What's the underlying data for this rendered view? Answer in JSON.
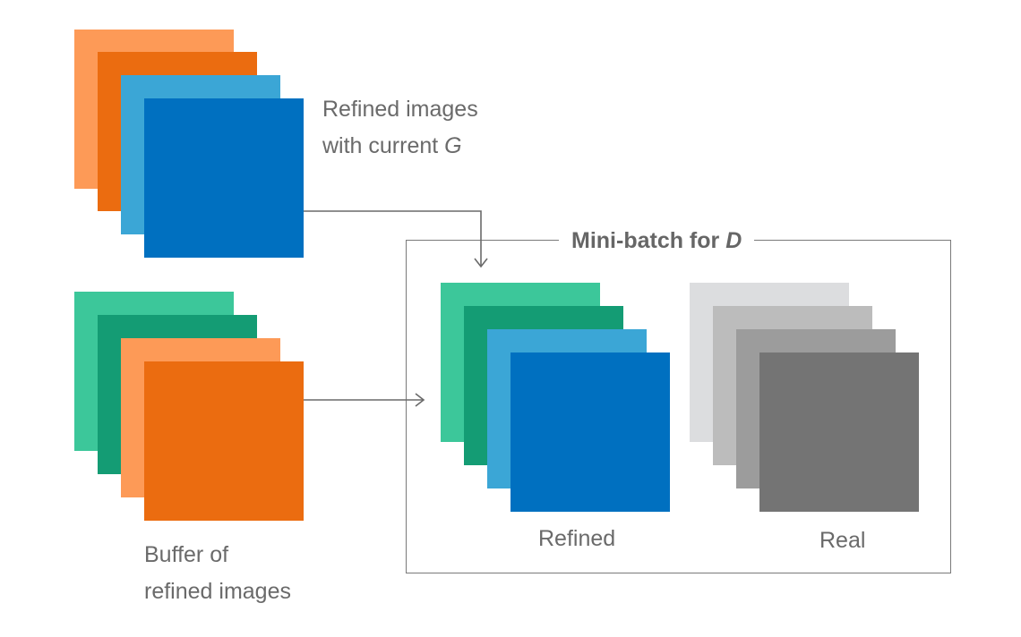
{
  "stacks": {
    "refined_current": [
      "#fd9a57",
      "#eb6c10",
      "#3ba6d6",
      "#0070c0"
    ],
    "buffer": [
      "#3cc79a",
      "#149c74",
      "#fd9a57",
      "#eb6c10"
    ],
    "minibatch_refined": [
      "#3cc79a",
      "#149c74",
      "#3ba6d6",
      "#0070c0"
    ],
    "minibatch_real": [
      "#dcdddf",
      "#bcbcbc",
      "#9c9c9c",
      "#747474"
    ]
  },
  "labels": {
    "refined_current_line1": "Refined images",
    "refined_current_line2_prefix": "with current ",
    "refined_current_line2_symbol": "G",
    "buffer_line1": "Buffer of",
    "buffer_line2": "refined images",
    "minibatch_title_prefix": "Mini-batch for ",
    "minibatch_title_symbol": "D",
    "refined": "Refined",
    "real": "Real"
  },
  "colors": {
    "text": "#6a6a6a",
    "lines": "#6a6a6a"
  }
}
